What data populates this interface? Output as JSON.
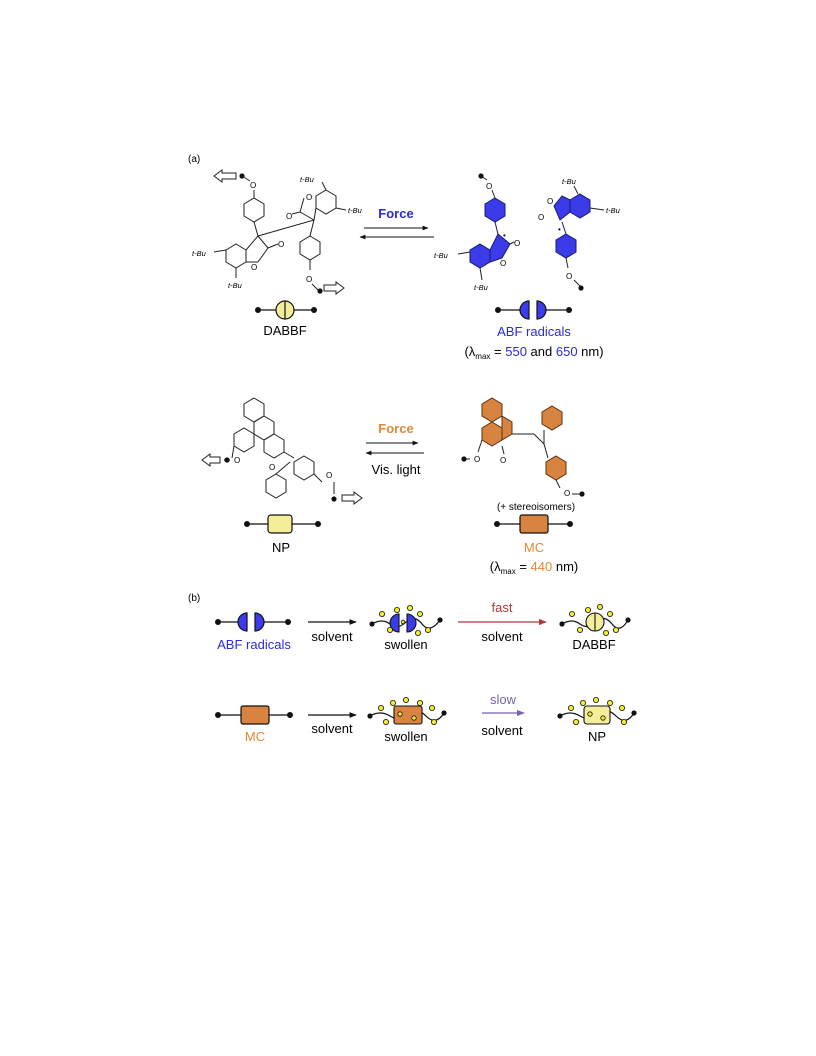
{
  "panels": {
    "a": "(a)",
    "b": "(b)"
  },
  "scheme1": {
    "left_name": "DABBF",
    "right_name": "ABF radicals",
    "right_lambda": {
      "open": "(λ",
      "sub": "max",
      "eq": " = ",
      "v1": "550",
      "and": " and ",
      "v2": "650",
      "end": " nm)"
    },
    "arrow_top": "Force",
    "tbu": "t-Bu",
    "o": "O",
    "dot": "•"
  },
  "scheme2": {
    "left_name": "NP",
    "right_name": "MC",
    "right_lambda": {
      "open": "(λ",
      "sub": "max",
      "eq": " = ",
      "v1": "440",
      "end": " nm)"
    },
    "arrow_top": "Force",
    "arrow_bottom": "Vis. light",
    "stereo": "(+ stereoisomers)"
  },
  "panel_b": {
    "row1": {
      "start": "ABF radicals",
      "step1": "solvent",
      "mid": "swollen",
      "rate": "fast",
      "step2": "solvent",
      "end": "DABBF"
    },
    "row2": {
      "start": "MC",
      "step1": "solvent",
      "mid": "swollen",
      "rate": "slow",
      "step2": "solvent",
      "end": "NP"
    }
  },
  "colors": {
    "blue": "#3b3bea",
    "blue_text": "#2a2ae0",
    "orange": "#e08a36",
    "orange_fill": "#d98340",
    "yellow": "#f4ee9a",
    "red": "#b03a3a",
    "purple": "#7a62b0"
  }
}
